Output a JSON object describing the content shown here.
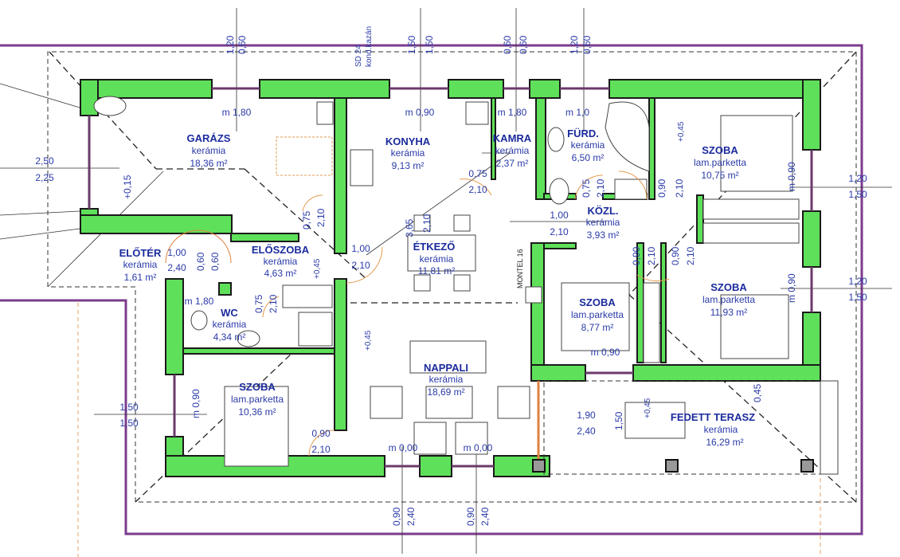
{
  "colors": {
    "wall": "#5fe05a",
    "label": "#1a2a9c",
    "property_line": "#7a3c8c",
    "door_swing": "#e39a50"
  },
  "rooms": [
    {
      "name": "GARÁZS",
      "floor": "kerámia",
      "area": "18,36 m²"
    },
    {
      "name": "KONYHA",
      "floor": "kerámia",
      "area": "9,13 m²"
    },
    {
      "name": "KAMRA",
      "floor": "kerámia",
      "area": "2,37 m²"
    },
    {
      "name": "FÜRD.",
      "floor": "kerámia",
      "area": "6,50 m²"
    },
    {
      "name": "SZOBA",
      "floor": "lam.parketta",
      "area": "10,75 m²"
    },
    {
      "name": "KÖZL.",
      "floor": "kerámia",
      "area": "3,93 m²"
    },
    {
      "name": "ÉTKEZŐ",
      "floor": "kerámia",
      "area": "11,81 m²"
    },
    {
      "name": "ELŐTÉR",
      "floor": "kerámia",
      "area": "1,61 m²"
    },
    {
      "name": "ELŐSZOBA",
      "floor": "kerámia",
      "area": "4,63 m²"
    },
    {
      "name": "WC",
      "floor": "kerámia",
      "area": "4,34 m²"
    },
    {
      "name": "SZOBA",
      "floor": "lam.parketta",
      "area": "8,77 m²"
    },
    {
      "name": "SZOBA",
      "floor": "lam.parketta",
      "area": "11,93 m²"
    },
    {
      "name": "NAPPALI",
      "floor": "kerámia",
      "area": "18,69 m²"
    },
    {
      "name": "SZOBA",
      "floor": "lam.parketta",
      "area": "10,36 m²"
    },
    {
      "name": "FEDETT TERASZ",
      "floor": "kerámia",
      "area": "16,29 m²"
    }
  ],
  "dims": [
    "1,20",
    "0,60",
    "1,50",
    "1,50",
    "0,60",
    "0,60",
    "1,20",
    "0,60",
    "SD 24",
    "kond.kazán",
    "2,50",
    "2,25",
    "+0,15",
    "1,20",
    "1,50",
    "1,20",
    "1,50",
    "1,50",
    "1,50",
    "0,90",
    "2,40",
    "0,90",
    "2,40",
    "m 1,80",
    "m 0,90",
    "m 1,80",
    "m 1,0",
    "m 0,90",
    "m 0,90",
    "m 0,90",
    "m 1,80",
    "m 0,00",
    "m 0,00",
    "m 0,90",
    "0,75",
    "2,10",
    "0,75",
    "2,10",
    "0,90",
    "2,10",
    "1,00",
    "2,10",
    "3,65",
    "2,10",
    "0,75",
    "2,10",
    "1,00",
    "2,10",
    "1,00",
    "2,40",
    "0,60",
    "0,60",
    "0,75",
    "2,10",
    "0,90",
    "2,10",
    "0,90",
    "2,10",
    "0,90",
    "2,10",
    "1,90",
    "2,40",
    "1,50",
    "+0,45",
    "+0,45",
    "+0,45",
    "+0,45",
    "0,45",
    "MONTEL 16"
  ]
}
